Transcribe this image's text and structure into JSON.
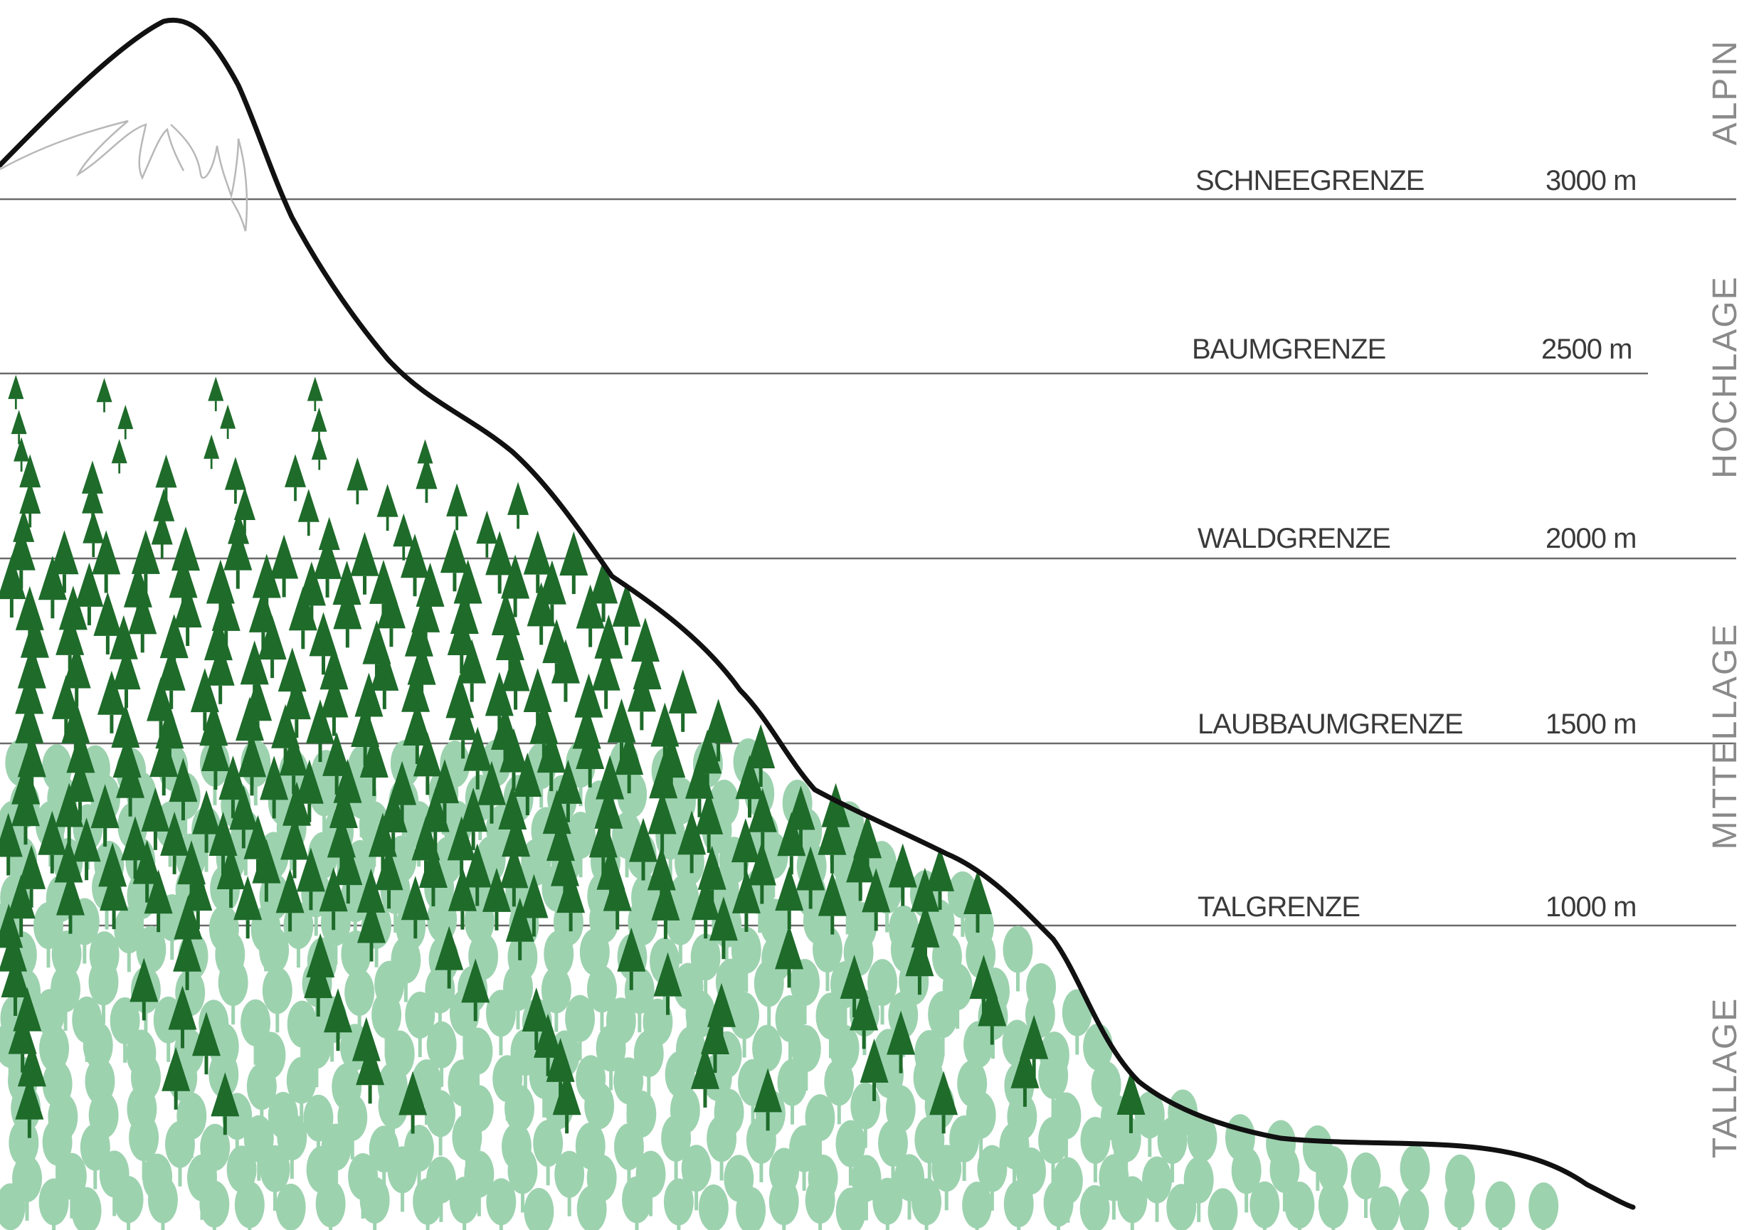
{
  "boundaries": [
    {
      "name": "SCHNEEGRENZE",
      "altitude": "3000 m"
    },
    {
      "name": "BAUMGRENZE",
      "altitude": "2500 m"
    },
    {
      "name": "WALDGRENZE",
      "altitude": "2000 m"
    },
    {
      "name": "LAUBBAUMGRENZE",
      "altitude": "1500 m"
    },
    {
      "name": "TALGRENZE",
      "altitude": "1000 m"
    }
  ],
  "zones": [
    "ALPIN",
    "HOCHLAGE",
    "MITTELLAGE",
    "TALLAGE"
  ],
  "colors": {
    "conifer": "#1e6b2a",
    "deciduous": "#9dd2af",
    "mountain_outline": "#111111",
    "boundary_line": "#6b6b6b",
    "snow": "#b8b8b8"
  },
  "icons": {
    "conifer": "conifer-tree-icon",
    "deciduous": "deciduous-tree-icon"
  }
}
